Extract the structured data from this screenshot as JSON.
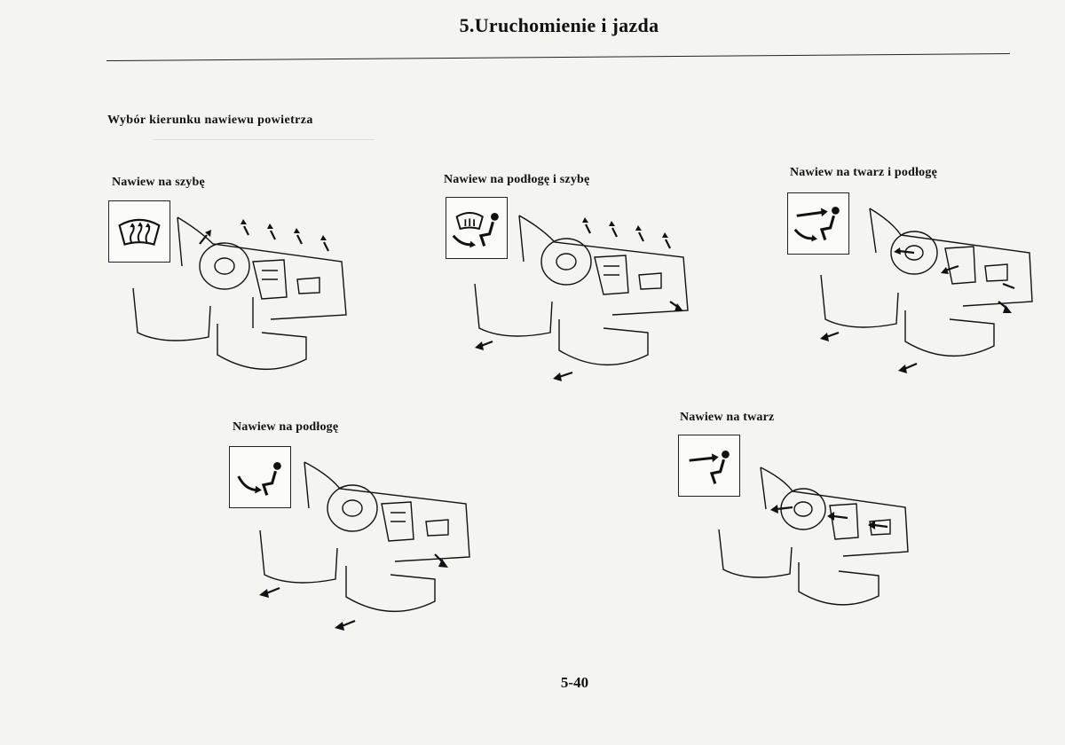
{
  "chapter_title": "5.Uruchomienie i jazda",
  "section_heading": "Wybór kierunku nawiewu powietrza",
  "modes": {
    "windshield": {
      "caption": "Nawiew na szybę",
      "icon": "defrost-windshield-icon"
    },
    "floor_windshield": {
      "caption": "Nawiew na podłogę i szybę",
      "icon": "floor-defrost-icon"
    },
    "face_floor": {
      "caption": "Nawiew na twarz i podłogę",
      "icon": "face-floor-icon"
    },
    "floor": {
      "caption": "Nawiew na podłogę",
      "icon": "floor-icon"
    },
    "face": {
      "caption": "Nawiew na twarz",
      "icon": "face-icon"
    }
  },
  "page_number": "5-40",
  "colors": {
    "paper": "#f4f4f1",
    "ink": "#111111"
  }
}
